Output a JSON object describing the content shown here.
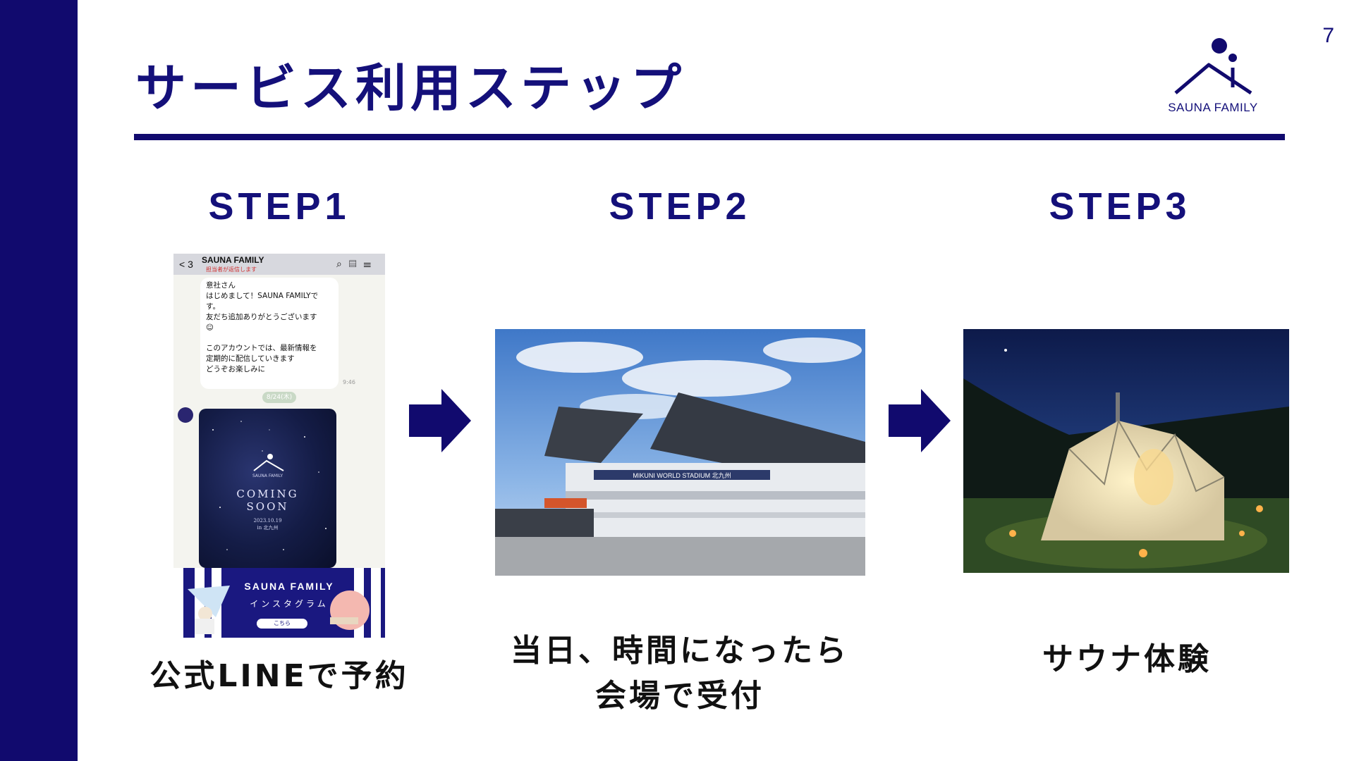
{
  "slide": {
    "title": "サービス利用ステップ",
    "page_number": "7",
    "brand": "SAUNA FAMILY",
    "colors": {
      "primary": "#110a6e",
      "text": "#14107a"
    }
  },
  "steps": [
    {
      "label": "STEP1",
      "caption_lines": [
        "公式LINEで予約"
      ]
    },
    {
      "label": "STEP2",
      "caption_lines": [
        "当日、時間になったら",
        "会場で受付"
      ]
    },
    {
      "label": "STEP3",
      "caption_lines": [
        "サウナ体験"
      ]
    }
  ],
  "line_screenshot": {
    "back": "< 3",
    "account_name": "SAUNA FAMILY",
    "sub_status": "担当者が返信します",
    "message_lines": [
      "意社さん",
      "はじめまして！SAUNA FAMILYで",
      "す。",
      "友だち追加ありがとうございます",
      "",
      "このアカウントでは、最新情報を",
      "定期的に配信していきます",
      "どうぞお楽しみに"
    ],
    "time": "9:46",
    "date": "8/24(木)",
    "poster": {
      "logo": "SAUNA FAMILY",
      "headline_1": "COMING",
      "headline_2": "SOON",
      "date": "2023.10.19",
      "place": "in 北九州"
    },
    "banner": {
      "title": "SAUNA FAMILY",
      "subtitle": "インスタグラム",
      "button": "こちら"
    }
  },
  "stadium_sign": "MIKUNI WORLD STADIUM 北九州"
}
